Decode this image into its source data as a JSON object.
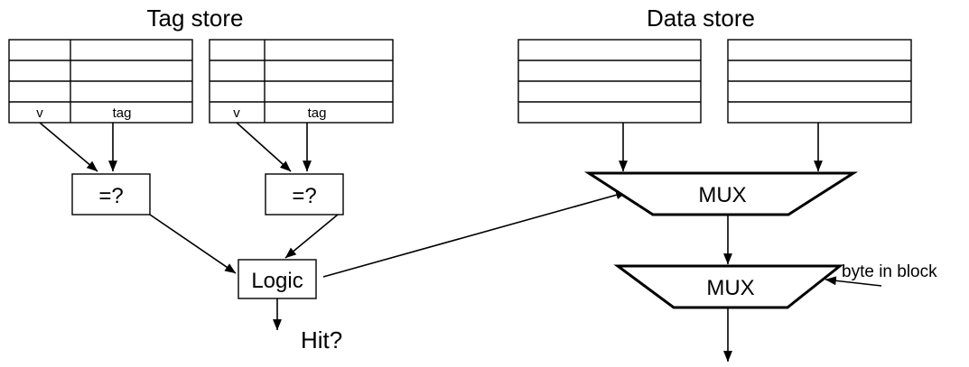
{
  "diagram": {
    "type": "cache-organization-block-diagram",
    "titles": {
      "tag_store": "Tag store",
      "data_store": "Data store"
    },
    "tag_store": {
      "ways": [
        {
          "id": "way-0",
          "rows": 4,
          "columns": [
            {
              "name": "valid",
              "label": "v"
            },
            {
              "name": "tag",
              "label": "tag"
            }
          ]
        },
        {
          "id": "way-1",
          "rows": 4,
          "columns": [
            {
              "name": "valid",
              "label": "v"
            },
            {
              "name": "tag",
              "label": "tag"
            }
          ]
        }
      ]
    },
    "data_store": {
      "ways": [
        {
          "id": "data-way-0",
          "rows": 4
        },
        {
          "id": "data-way-1",
          "rows": 4
        }
      ]
    },
    "comparators": [
      {
        "id": "comparator-0",
        "label": "=?"
      },
      {
        "id": "comparator-1",
        "label": "=?"
      }
    ],
    "logic_block": {
      "label": "Logic"
    },
    "multiplexers": [
      {
        "id": "mux-way-select",
        "label": "MUX"
      },
      {
        "id": "mux-byte-select",
        "label": "MUX"
      }
    ],
    "outputs": {
      "hit": "Hit?"
    },
    "annotations": {
      "byte_in_block": "byte in block"
    },
    "colors": {
      "stroke": "#000000",
      "background": "#ffffff",
      "text": "#000000"
    }
  }
}
